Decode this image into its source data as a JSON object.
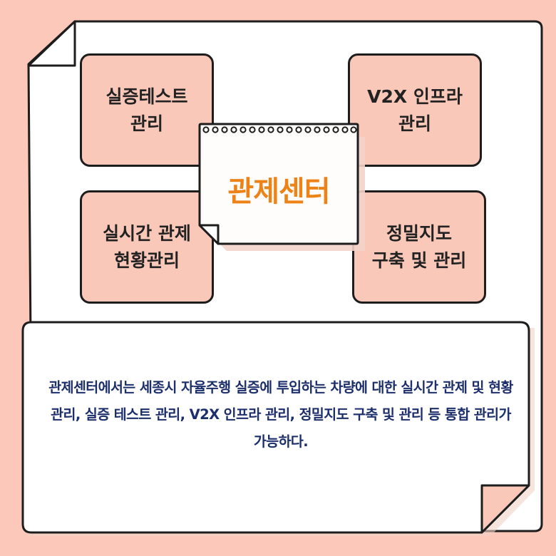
{
  "center_title": "관제센터",
  "boxes": {
    "top_left": "실증테스트\n관리",
    "top_right": "V2X 인프라\n관리",
    "bottom_left": "실시간 관제\n현황관리",
    "bottom_right": "정밀지도\n구축 및 관리"
  },
  "description": "관제센터에서는 세종시 자율주행 실증에 투입하는 차량에 대한 실시간 관제 및 현황 관리, 실증 테스트 관리, V2X 인프라 관리, 정밀지도 구축 및 관리 등 통합 관리가 가능하다.",
  "colors": {
    "background": "#fbc8b9",
    "box_fill": "#fac8b9",
    "accent_title": "#ed8217",
    "description_text": "#1d2f6b",
    "outline": "#1d1d1d"
  }
}
